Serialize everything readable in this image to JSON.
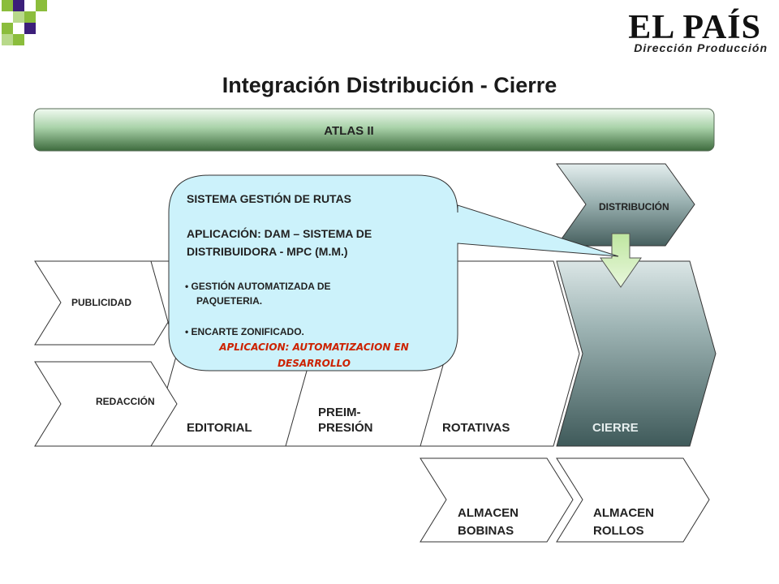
{
  "logo": {
    "name": "EL PAÍS",
    "subtitle": "Dirección Producción"
  },
  "title": "Integración Distribución - Cierre",
  "banner": {
    "label": "ATLAS II"
  },
  "stages": {
    "publicidad": "PUBLICIDAD",
    "redaccion": "REDACCIÓN",
    "editorial": "EDITORIAL",
    "preimpresion_line1": "PREIM-",
    "preimpresion_line2": "PRESIÓN",
    "rotativas": "ROTATIVAS",
    "cierre": "CIERRE",
    "distribucion": "DISTRIBUCIÓN",
    "almacen_bobinas_line1": "ALMACEN",
    "almacen_bobinas_line2": "BOBINAS",
    "almacen_rollos_line1": "ALMACEN",
    "almacen_rollos_line2": "ROLLOS"
  },
  "callout": {
    "heading": "SISTEMA GESTIÓN DE RUTAS",
    "app_line1": "APLICACIÓN: DAM – SISTEMA DE",
    "app_line2": "DISTRIBUIDORA - MPC (M.M.)",
    "bullet1_line1": "•  GESTIÓN AUTOMATIZADA DE",
    "bullet1_line2": "PAQUETERIA.",
    "bullet2": "• ENCARTE ZONIFICADO.",
    "note_line1": "APLICACION: AUTOMATIZACION EN",
    "note_line2": "DESARROLLO"
  },
  "colors": {
    "banner_top": "#e8f5e8",
    "banner_mid": "#9fcc9f",
    "banner_bottom": "#3c6a3c",
    "cierre_light": "#c9d6d6",
    "cierre_dark": "#4a6565",
    "callout_fill": "#ccf2fb",
    "arrow_fill": "#c8ecb0",
    "note_red": "#cc2200",
    "logo_green": "#8bbd3c",
    "logo_purple": "#3c1f7a"
  }
}
